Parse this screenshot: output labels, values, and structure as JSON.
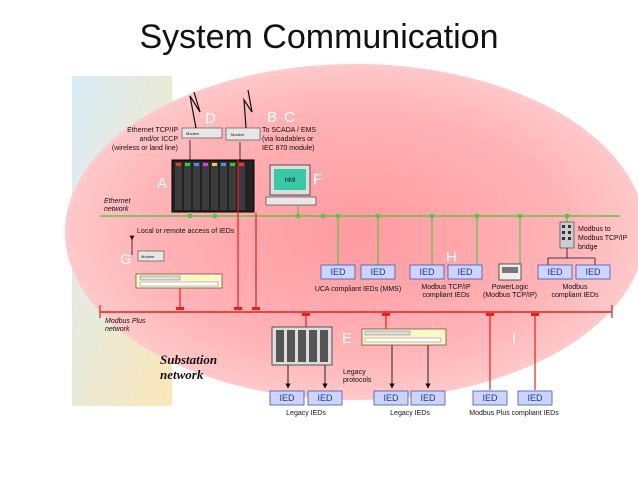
{
  "title": "System Communication",
  "letters": {
    "a": "A",
    "b": "B",
    "c": "C",
    "d": "D",
    "e": "E",
    "f": "F",
    "g": "G",
    "h": "H",
    "i": "I"
  },
  "labels": {
    "ethernet_tcpip": "Ethernet TCP/IP",
    "and_or_iccp": "and/or ICCP",
    "wireless": "(wireless or land line)",
    "to_scada": "To SCADA / EMS",
    "via_loadables": "(via loadables or",
    "iec870": "IEC 870 module)",
    "ethernet": "Ethernet",
    "network": "network",
    "local_remote": "Local or remote access of IEDs",
    "modbus_plus": "Modbus Plus",
    "modbus_to_1": "Modbus to",
    "modbus_to_2": "Modbus TCP/IP",
    "modbus_to_3": "bridge",
    "uca": "UCA compliant IEDs (MMS)",
    "modbus_tcp_1": "Modbus TCP/IP",
    "modbus_tcp_2": "compliant IEDs",
    "powerlogic_1": "PowerLogic",
    "powerlogic_2": "(Modbus TCP/IP)",
    "modbus_c_1": "Modbus",
    "modbus_c_2": "compliant IEDs",
    "substation_1": "Substation",
    "substation_2": "network",
    "legacy_protocols_1": "Legacy",
    "legacy_protocols_2": "protocols",
    "legacy_ieds_1": "Legacy IEDs",
    "legacy_ieds_2": "Legacy IEDs",
    "modbus_plus_compliant": "Modbus Plus compliant IEDs",
    "hmi": "HMI",
    "modem": "Modem",
    "ied": "IED"
  },
  "colors": {
    "ethernet": "#5ec24a",
    "modbus": "#e62020",
    "background_blob": "#ffb6b8",
    "ied_box": "#ccd4ff"
  }
}
